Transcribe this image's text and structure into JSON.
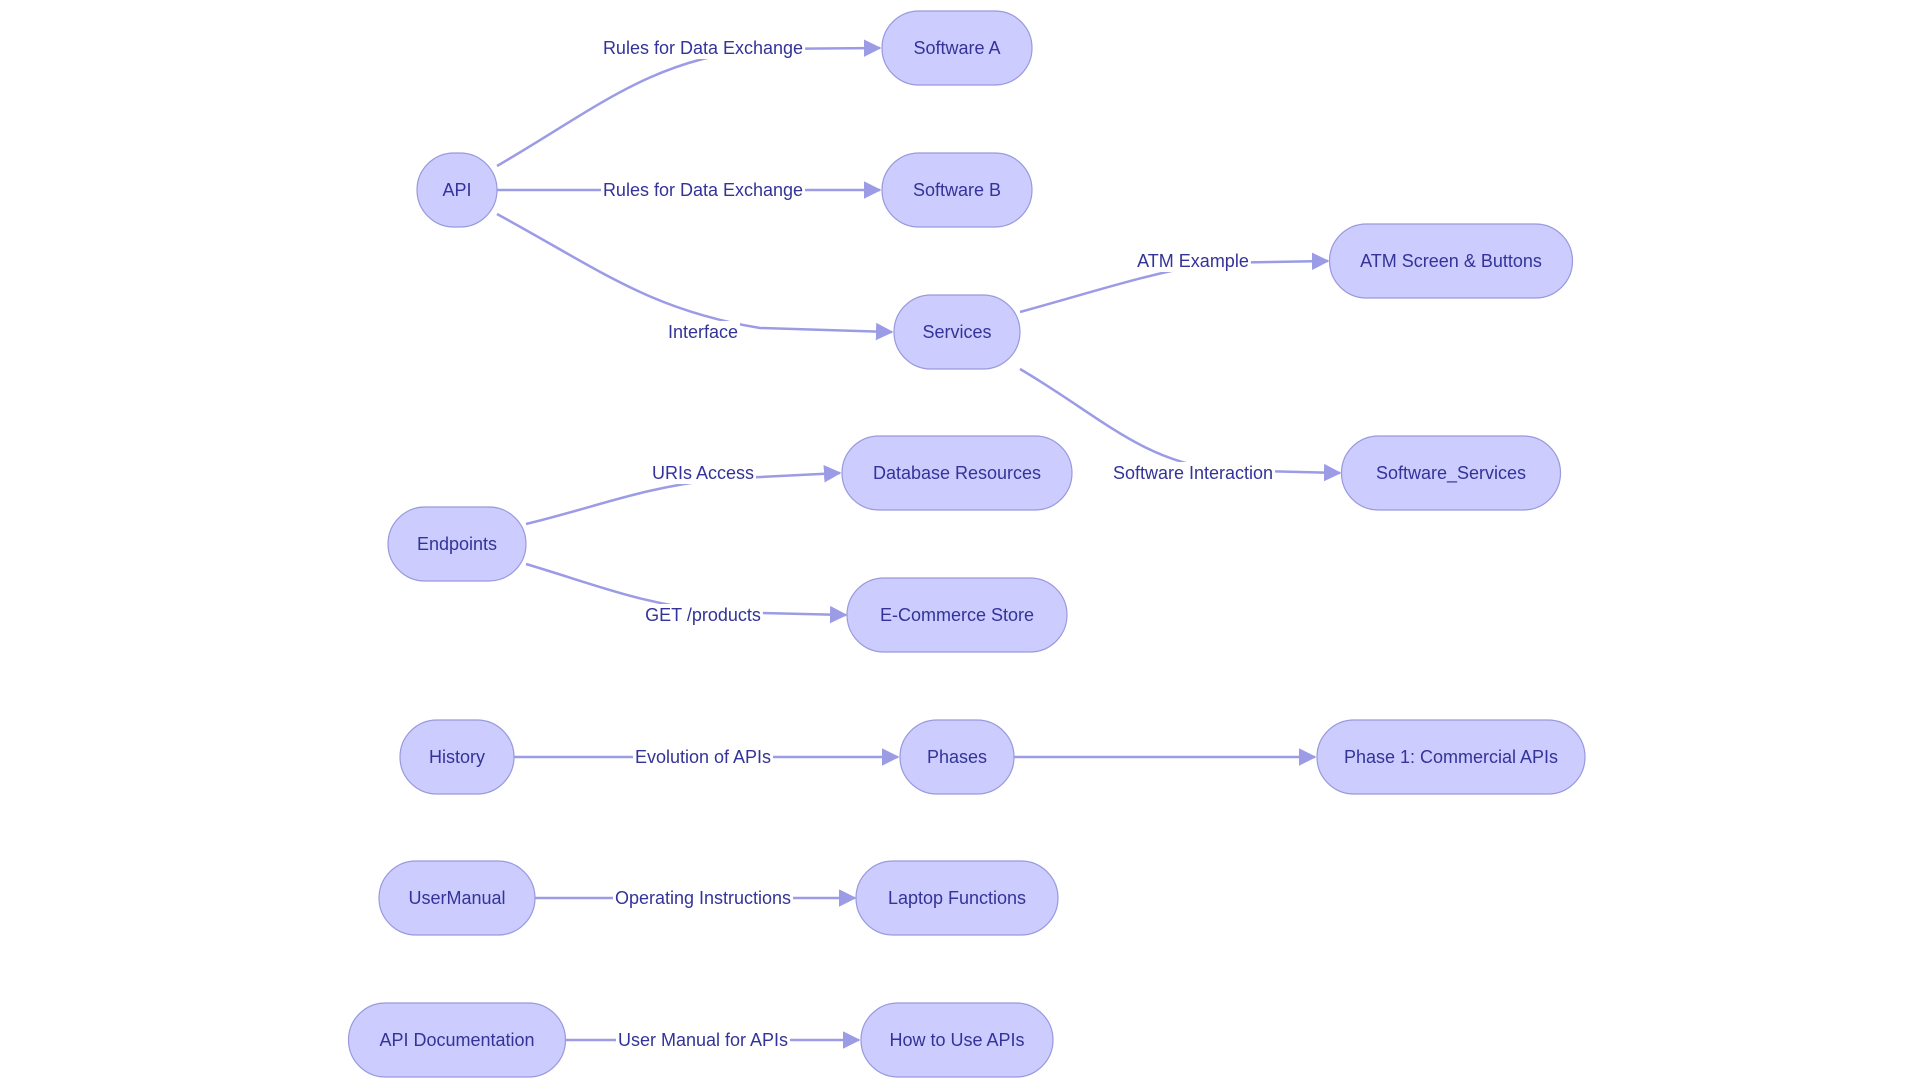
{
  "diagram": {
    "nodes": [
      {
        "id": "api",
        "label": "API"
      },
      {
        "id": "software_a",
        "label": "Software A"
      },
      {
        "id": "software_b",
        "label": "Software B"
      },
      {
        "id": "services",
        "label": "Services"
      },
      {
        "id": "atm",
        "label": "ATM Screen & Buttons"
      },
      {
        "id": "software_services",
        "label": "Software_Services"
      },
      {
        "id": "endpoints",
        "label": "Endpoints"
      },
      {
        "id": "database_resources",
        "label": "Database Resources"
      },
      {
        "id": "ecommerce_store",
        "label": "E-Commerce Store"
      },
      {
        "id": "history",
        "label": "History"
      },
      {
        "id": "phases",
        "label": "Phases"
      },
      {
        "id": "phase1",
        "label": "Phase 1: Commercial APIs"
      },
      {
        "id": "usermanual",
        "label": "UserManual"
      },
      {
        "id": "laptop_functions",
        "label": "Laptop Functions"
      },
      {
        "id": "api_documentation",
        "label": "API Documentation"
      },
      {
        "id": "how_to_use_apis",
        "label": "How to Use APIs"
      }
    ],
    "edges": [
      {
        "from": "api",
        "to": "software_a",
        "label": "Rules for Data Exchange"
      },
      {
        "from": "api",
        "to": "software_b",
        "label": "Rules for Data Exchange"
      },
      {
        "from": "api",
        "to": "services",
        "label": "Interface"
      },
      {
        "from": "services",
        "to": "atm",
        "label": "ATM Example"
      },
      {
        "from": "services",
        "to": "software_services",
        "label": "Software Interaction"
      },
      {
        "from": "endpoints",
        "to": "database_resources",
        "label": "URIs Access"
      },
      {
        "from": "endpoints",
        "to": "ecommerce_store",
        "label": "GET /products"
      },
      {
        "from": "history",
        "to": "phases",
        "label": "Evolution of APIs"
      },
      {
        "from": "phases",
        "to": "phase1",
        "label": ""
      },
      {
        "from": "usermanual",
        "to": "laptop_functions",
        "label": "Operating Instructions"
      },
      {
        "from": "api_documentation",
        "to": "how_to_use_apis",
        "label": "User Manual for APIs"
      }
    ]
  }
}
